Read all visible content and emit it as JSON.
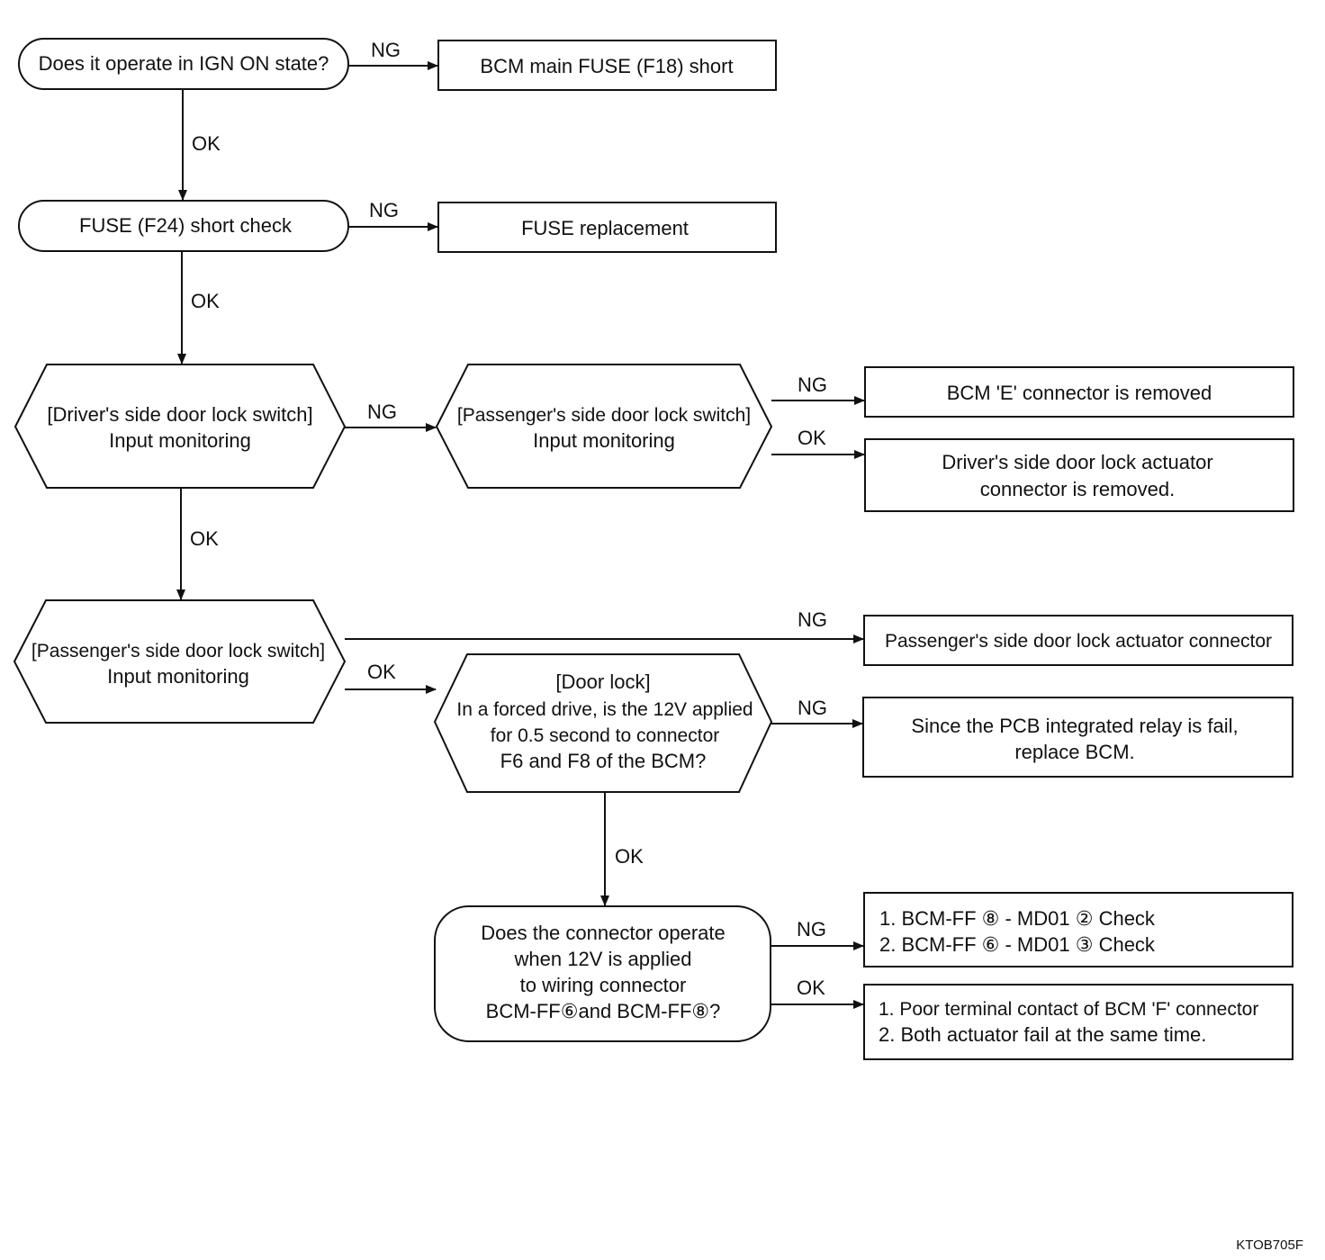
{
  "figure_code": "KTOB705F",
  "labels": {
    "ok": "OK",
    "ng": "NG"
  },
  "nodes": {
    "ign_on": {
      "lines": [
        "Does it operate in IGN ON state?"
      ]
    },
    "bcm_main_fuse": {
      "lines": [
        "BCM main FUSE (F18) short"
      ]
    },
    "fuse_check": {
      "lines": [
        "FUSE (F24) short check"
      ]
    },
    "fuse_replace": {
      "lines": [
        "FUSE replacement"
      ]
    },
    "driver_switch": {
      "lines": [
        "[Driver's side door lock switch]",
        "Input monitoring"
      ]
    },
    "pass_switch_a": {
      "lines": [
        "[Passenger's side door lock switch]",
        "Input monitoring"
      ]
    },
    "bcm_e_removed": {
      "lines": [
        "BCM 'E' connector is removed"
      ]
    },
    "driver_actuator": {
      "lines": [
        "Driver's side door lock actuator",
        "connector is removed."
      ]
    },
    "pass_switch_b": {
      "lines": [
        "[Passenger's side door lock switch]",
        "Input monitoring"
      ]
    },
    "pass_actuator": {
      "lines": [
        "Passenger's side door lock actuator connector"
      ]
    },
    "door_lock": {
      "lines": [
        "[Door lock]",
        "In a forced drive, is the 12V applied",
        "for 0.5 second to connector",
        "F6 and F8 of the BCM?"
      ]
    },
    "pcb_relay": {
      "lines": [
        "Since the PCB integrated relay is fail,",
        "replace BCM."
      ]
    },
    "connector_operate": {
      "lines": [
        "Does the connector operate",
        "when 12V is applied",
        "to wiring connector",
        "BCM-FF⑥and BCM-FF⑧?"
      ]
    },
    "check_list": {
      "lines": [
        "1. BCM-FF ⑧ - MD01 ② Check",
        "2. BCM-FF ⑥ - MD01 ③ Check"
      ]
    },
    "final_causes": {
      "lines": [
        "1. Poor terminal contact of BCM 'F' connector",
        "2. Both actuator fail at the same time."
      ]
    }
  }
}
